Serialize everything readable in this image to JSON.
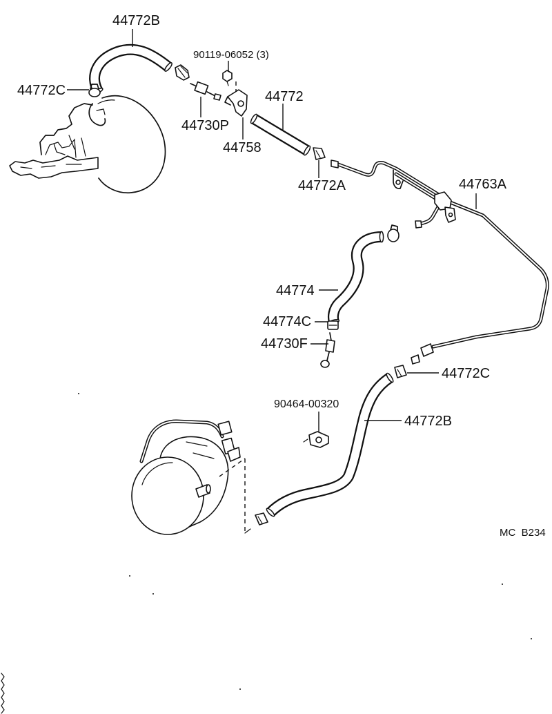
{
  "figure": {
    "code": "MC  B234"
  },
  "parts": {
    "hose_upper": "44772B",
    "bolt": "90119-06052 (3)",
    "clamp_upper_left": "44772C",
    "hose_straight": "44772",
    "check_valve_upper": "44730P",
    "bracket": "44758",
    "clamp_straight_hose": "44772A",
    "vacuum_pipe": "44763A",
    "hose_s_bend": "44774",
    "clamp_s_bend": "44774C",
    "check_valve_lower": "44730F",
    "clamp_lower_right": "44772C",
    "clip": "90464-00320",
    "hose_lower": "44772B"
  },
  "colors": {
    "line": "#111111",
    "background": "#ffffff"
  }
}
